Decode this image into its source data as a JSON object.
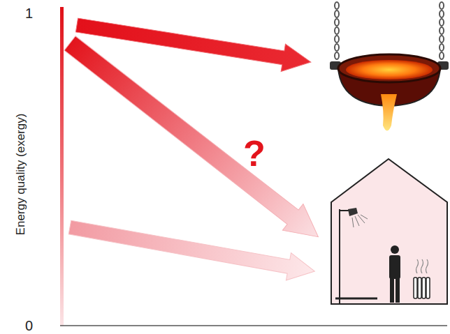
{
  "diagram": {
    "labels": [
      "1",
      "Energy quality (exergy)",
      "?",
      "0"
    ]
  }
}
